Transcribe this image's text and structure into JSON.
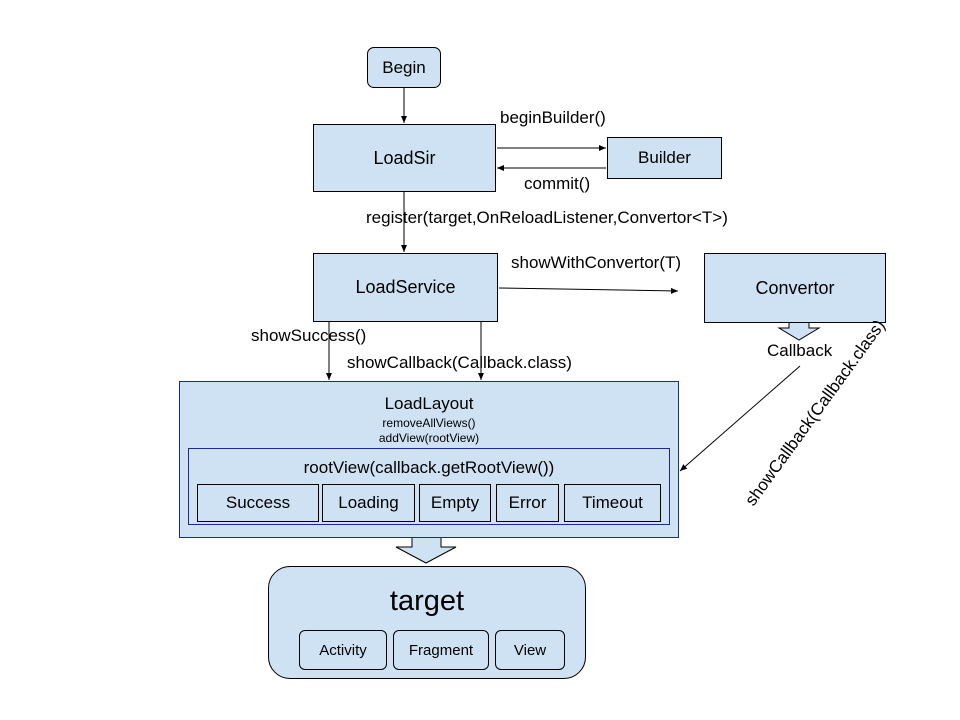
{
  "nodes": {
    "begin": "Begin",
    "loadsir": "LoadSir",
    "builder": "Builder",
    "loadservice": "LoadService",
    "convertor": "Convertor",
    "callback": "Callback",
    "loadlayout": "LoadLayout",
    "remove_all_views": "removeAllViews()",
    "add_view": "addView(rootView)",
    "rootview": "rootView(callback.getRootView())",
    "callbacks": [
      "Success",
      "Loading",
      "Empty",
      "Error",
      "Timeout"
    ],
    "target": "target",
    "targets": [
      "Activity",
      "Fragment",
      "View"
    ]
  },
  "edges": {
    "begin_builder": "beginBuilder()",
    "commit": "commit()",
    "register": "register(target,OnReloadListener,Convertor<T>)",
    "show_with_convertor": "showWithConvertor(T)",
    "show_success": "showSuccess()",
    "show_callback": "showCallback(Callback.class)",
    "show_callback_diag": "showCallback(Callback.class)"
  },
  "colors": {
    "fill": "#cfe2f3",
    "stroke": "#000000",
    "inner_border": "#1a2a99"
  }
}
